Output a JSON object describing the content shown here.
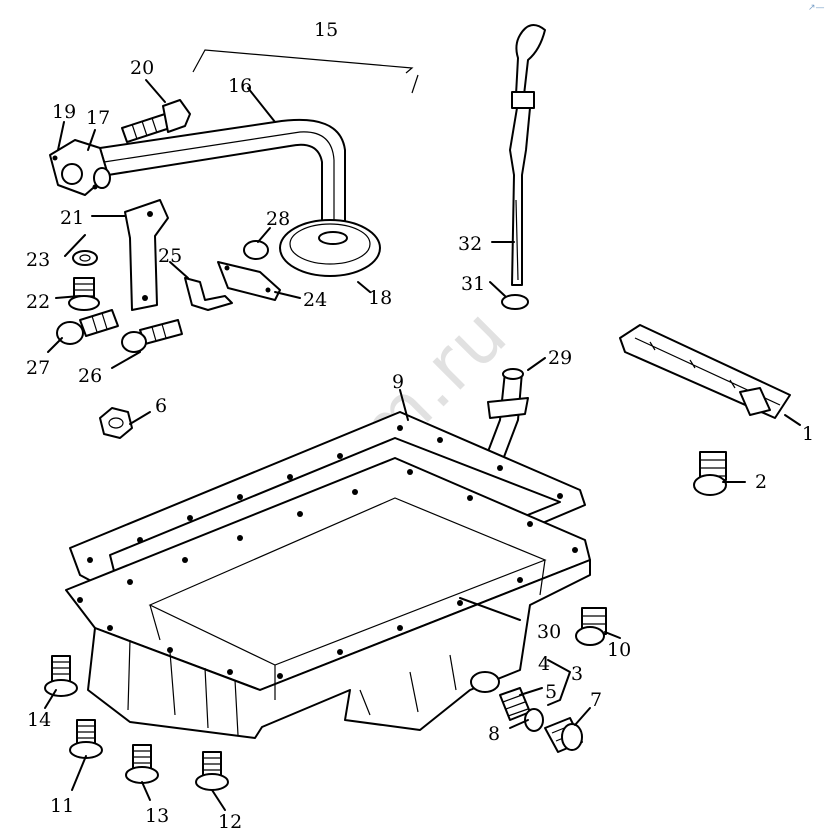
{
  "watermark": "zapkam.ru",
  "corner_mark": "↗—",
  "parts": [
    {
      "id": "1",
      "label": "1"
    },
    {
      "id": "2",
      "label": "2"
    },
    {
      "id": "3",
      "label": "3"
    },
    {
      "id": "4",
      "label": "4"
    },
    {
      "id": "5",
      "label": "5"
    },
    {
      "id": "6",
      "label": "6"
    },
    {
      "id": "7",
      "label": "7"
    },
    {
      "id": "8",
      "label": "8"
    },
    {
      "id": "9",
      "label": "9"
    },
    {
      "id": "10",
      "label": "10"
    },
    {
      "id": "11",
      "label": "11"
    },
    {
      "id": "12",
      "label": "12"
    },
    {
      "id": "13",
      "label": "13"
    },
    {
      "id": "14",
      "label": "14"
    },
    {
      "id": "15",
      "label": "15"
    },
    {
      "id": "16",
      "label": "16"
    },
    {
      "id": "17",
      "label": "17"
    },
    {
      "id": "18",
      "label": "18"
    },
    {
      "id": "19",
      "label": "19"
    },
    {
      "id": "20",
      "label": "20"
    },
    {
      "id": "21",
      "label": "21"
    },
    {
      "id": "22",
      "label": "22"
    },
    {
      "id": "23",
      "label": "23"
    },
    {
      "id": "24",
      "label": "24"
    },
    {
      "id": "25",
      "label": "25"
    },
    {
      "id": "26",
      "label": "26"
    },
    {
      "id": "27",
      "label": "27"
    },
    {
      "id": "28",
      "label": "28"
    },
    {
      "id": "29",
      "label": "29"
    },
    {
      "id": "30",
      "label": "30"
    },
    {
      "id": "31",
      "label": "31"
    },
    {
      "id": "32",
      "label": "32"
    }
  ]
}
